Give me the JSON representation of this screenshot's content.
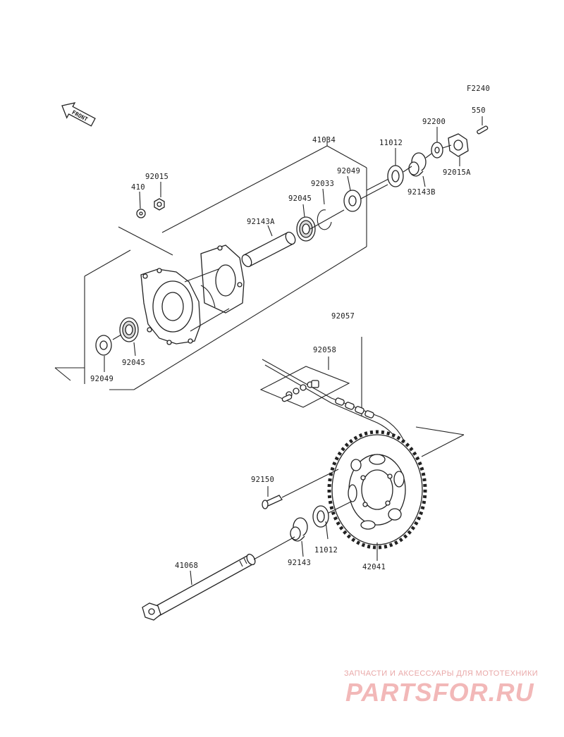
{
  "diagram_code": "F2240",
  "front_label": "FRONT",
  "parts": {
    "p550": "550",
    "p92200": "92200",
    "p92015A": "92015A",
    "p92143B": "92143B",
    "p11012_top": "11012",
    "p41034": "41034",
    "p92049_top": "92049",
    "p92033": "92033",
    "p92045_top": "92045",
    "p92143A": "92143A",
    "p92015": "92015",
    "p410": "410",
    "p92045_bottom": "92045",
    "p92049_bottom": "92049",
    "p92057": "92057",
    "p92058": "92058",
    "p92150": "92150",
    "p11012_bottom": "11012",
    "p92143": "92143",
    "p42041": "42041",
    "p41068": "41068"
  },
  "watermark": {
    "tagline": "ЗАПЧАСТИ И АКСЕССУАРЫ ДЛЯ МОТОТЕХНИКИ",
    "brand": "PARTSFOR.RU"
  },
  "colors": {
    "line": "#222222",
    "watermark": "#f2b8b8"
  }
}
